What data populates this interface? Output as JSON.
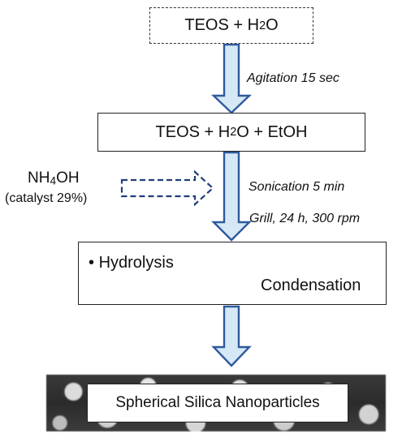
{
  "boxes": {
    "start": {
      "text": "TEOS + H",
      "sub": "2",
      "tail": "O"
    },
    "mix": {
      "text": "TEOS + H",
      "sub": "2",
      "tail": "O + EtOH"
    },
    "reaction": {
      "bullet": "•",
      "first": "Hydrolysis",
      "second": "Condensation"
    },
    "product": {
      "text": "Spherical Silica Nanoparticles"
    }
  },
  "steps": {
    "agitation": "Agitation 15 sec",
    "sonication": "Sonication 5 min",
    "grill": "Grill, 24 h, 300 rpm"
  },
  "catalyst": {
    "name": "NH",
    "sub": "4",
    "tail": "OH",
    "note": "(catalyst 29%)"
  },
  "colors": {
    "arrow_fill": "#d6e8f5",
    "arrow_stroke": "#2e5a9c",
    "dashed_arrow": "#1f3f7a",
    "connector": "#3a8fd8"
  }
}
